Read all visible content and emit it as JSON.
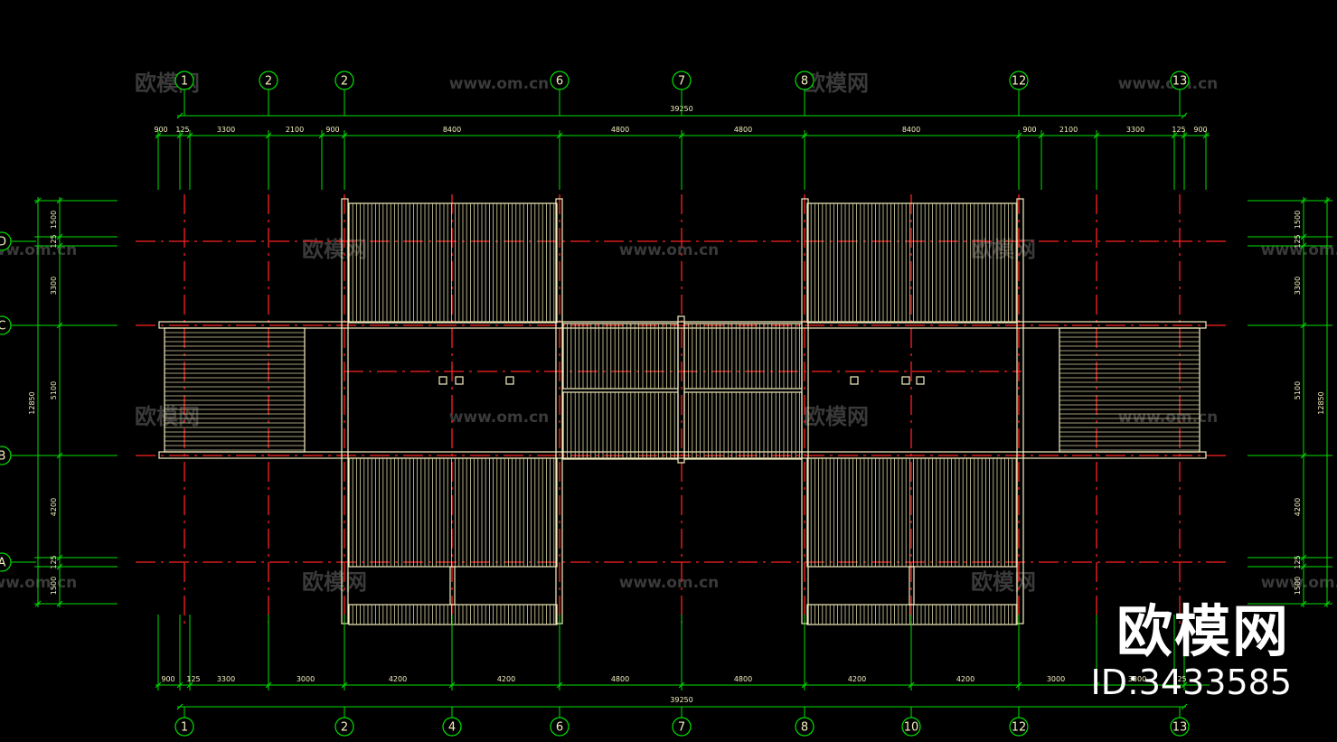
{
  "axes": {
    "top": [
      "1",
      "2",
      "2",
      "6",
      "7",
      "8",
      "12",
      "13"
    ],
    "bottom": [
      "1",
      "2",
      "4",
      "6",
      "7",
      "8",
      "10",
      "12",
      "13"
    ],
    "left_rows": [
      "D",
      "C",
      "B",
      "A"
    ]
  },
  "dims": {
    "top_total": "39250",
    "top_segments": [
      "900",
      "125",
      "3300",
      "2100",
      "900",
      "8400",
      "4800",
      "4800",
      "8400",
      "900",
      "2100",
      "3300",
      "125",
      "900"
    ],
    "bottom_total": "39250",
    "bottom_segments": [
      "900",
      "125",
      "3300",
      "3000",
      "4200",
      "4200",
      "4800",
      "4800",
      "4200",
      "4200",
      "3000",
      "3300",
      "125"
    ],
    "left_total": "12850",
    "left_segments": [
      "1500",
      "125",
      "3300",
      "5100",
      "4200",
      "125",
      "1500"
    ],
    "right_total": "12850",
    "right_segments": [
      "1500",
      "125",
      "3300",
      "5100",
      "4200",
      "125",
      "1500"
    ]
  },
  "watermarks": {
    "faint": [
      "欧模网",
      "www.om.cn"
    ],
    "logo": "欧模网",
    "id": "ID:3433585"
  },
  "colors": {
    "background": "#000000",
    "grid_line": "#ff2020",
    "dimension": "#00e000",
    "outline": "#f5f0c0",
    "hatch": "#d8d2a0",
    "watermark": "#3a3a3a"
  }
}
